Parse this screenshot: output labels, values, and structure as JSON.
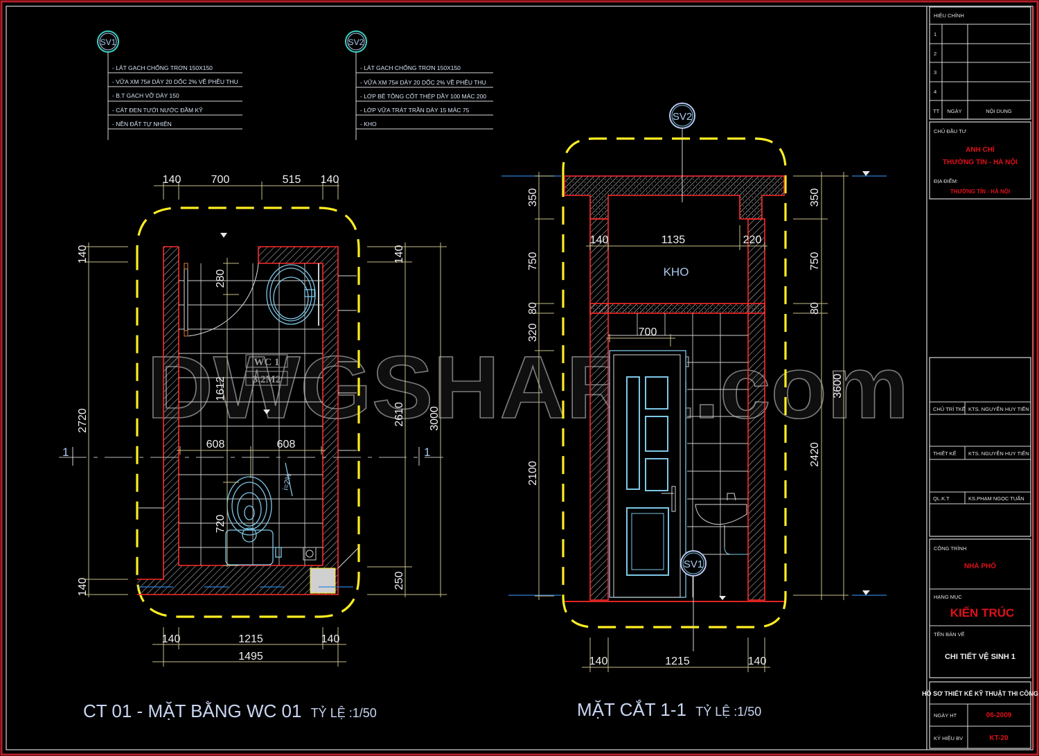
{
  "watermark": "DWGSHARE.com",
  "notes": {
    "sv1": {
      "tag": "SV1",
      "lines": [
        "- LÁT GẠCH  CHỐNG TRƠN 150X150",
        "- VỮA XM 75# DÀY 20 DỐC 2% VỀ PHỄU THU",
        "- B.T GẠCH VỠ DÀY 150",
        "- CÁT ĐEN TƯỚI NƯỚC ĐẦM KỸ",
        "- NỀN ĐẤT TỰ NHIÊN"
      ]
    },
    "sv2": {
      "tag": "SV2",
      "lines": [
        "- LÁT GẠCH  CHỐNG TRƠN 150X150",
        "- VỮA XM 75# DÀY 20 DỐC 2% VỀ PHỄU THU",
        "- LỚP BÊ TÔNG CỐT THÉP DẦY 100 MÁC 200",
        "- LỚP VỮA TRÁT TRẦN DÀY 15 MÁC 75",
        "- KHO"
      ]
    }
  },
  "plan": {
    "title": "CT 01 - MẶT BẰNG WC 01",
    "scale": "TỶ LỆ :1/50",
    "room_name": "WC 1",
    "room_area": "3.2M2",
    "slope": "i=2%",
    "section_marker": "1",
    "dims": {
      "top": [
        "140",
        "700",
        "515",
        "140"
      ],
      "left_total": "2720",
      "left_top": "140",
      "left_bottom": "140",
      "inner_280": "280",
      "inner_1612": "1612",
      "inner_720": "720",
      "mid_left": "608",
      "mid_right": "608",
      "right_2610": "2610",
      "right_250": "250",
      "right_140": "140",
      "right_3000": "3000",
      "bottom": [
        "140",
        "1215",
        "140"
      ],
      "bottom_total": "1495"
    }
  },
  "section": {
    "title": "MẶT CẮT 1-1",
    "scale": "TỶ LỆ :1/50",
    "storage_label": "KHO",
    "tag_top": "SV2",
    "tag_bottom": "SV1",
    "dims": {
      "left": [
        "350",
        "750",
        "80",
        "320",
        "2100"
      ],
      "right": [
        "350",
        "750",
        "80",
        "2420"
      ],
      "right_total": "3600",
      "inner": [
        "140",
        "1135",
        "220"
      ],
      "door_width": "700",
      "bottom": [
        "140",
        "1215",
        "140"
      ]
    }
  },
  "title_block": {
    "revision": {
      "header": "HIỆU CHỈNH",
      "rows": [
        "1",
        "2",
        "3",
        "4"
      ],
      "col_tt": "TT",
      "col_date": "NGÀY",
      "col_content": "NỘI DUNG"
    },
    "owner_label": "CHỦ ĐẦU TƯ",
    "owner_line1": "ANH CHÍ",
    "owner_line2": "THƯỜNG TÍN - HÀ NỘI",
    "location_label": "ĐỊA ĐIỂM:",
    "location_value": "THƯỜNG TÍN - HÀ NỘI",
    "staff": [
      {
        "role": "CHỦ TRÌ TKẾ",
        "name": "KTS. NGUYỄN HUY TIẾN"
      },
      {
        "role": "THIẾT KẾ",
        "name": "KTS. NGUYỄN HUY TIẾN"
      },
      {
        "role": "QL.K.T",
        "name": "KS.PHẠM NGỌC TUẤN"
      }
    ],
    "project_label": "CÔNG TRÌNH",
    "project_value": "NHÀ PHỐ",
    "category_label": "HẠNG MỤC",
    "category_value": "KIẾN TRÚC",
    "drawing_name_label": "TÊN BẢN VẼ",
    "drawing_name_value": "CHI TIẾT VỆ SINH 1",
    "dossier_title": "HỒ SƠ THIẾT KẾ KỸ THUẬT THI CÔNG",
    "date_label": "NGÀY HT",
    "date_value": "06-2009",
    "code_label": "KÝ HIỆU BV",
    "code_value": "KT-20"
  },
  "colors": {
    "background": "#000000",
    "border_red": "#c0202a",
    "wall_red": "#ff2a2a",
    "boundary_yellow": "#ffee22",
    "fixture_cyan": "#7ec8e8",
    "title_red": "#e0101a"
  }
}
